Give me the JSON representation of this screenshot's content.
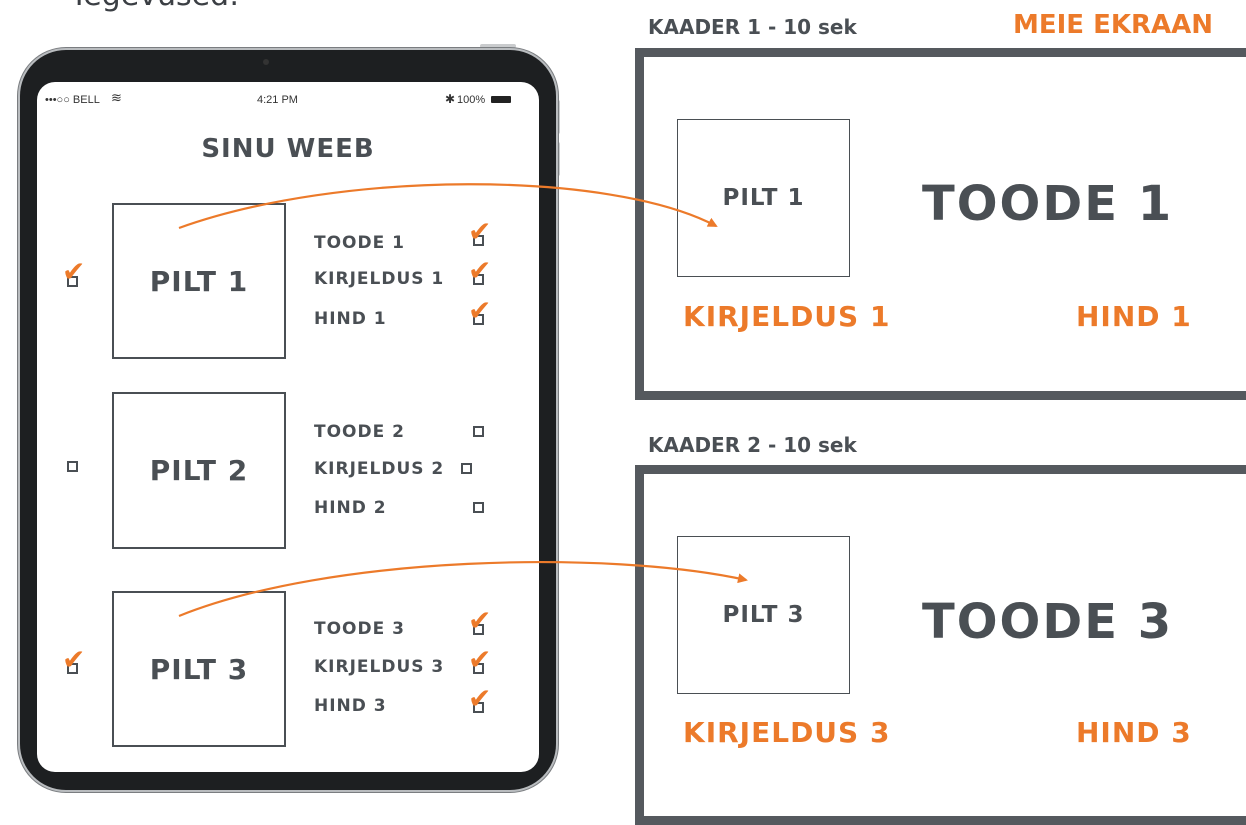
{
  "top_text": "Tegevused:",
  "colors": {
    "accent": "#ec7a2a",
    "dark": "#4a4f54"
  },
  "tablet": {
    "status_left": "•••○○ BELL",
    "status_time": "4:21 PM",
    "status_battery": "100%",
    "title": "SINU WEEB",
    "items": [
      {
        "picture": "PILT 1",
        "product": "TOODE 1",
        "description": "KIRJELDUS 1",
        "price": "HIND 1",
        "selected": true
      },
      {
        "picture": "PILT 2",
        "product": "TOODE 2",
        "description": "KIRJELDUS 2",
        "price": "HIND 2",
        "selected": false
      },
      {
        "picture": "PILT 3",
        "product": "TOODE 3",
        "description": "KIRJELDUS 3",
        "price": "HIND 3",
        "selected": true
      }
    ]
  },
  "screen_title": "MEIE EKRAAN",
  "frames": [
    {
      "label": "KAADER 1 - 10 sek",
      "picture": "PILT 1",
      "product": "TOODE 1",
      "description": "KIRJELDUS 1",
      "price": "HIND 1"
    },
    {
      "label": "KAADER 2 - 10 sek",
      "picture": "PILT 3",
      "product": "TOODE 3",
      "description": "KIRJELDUS 3",
      "price": "HIND 3"
    }
  ]
}
